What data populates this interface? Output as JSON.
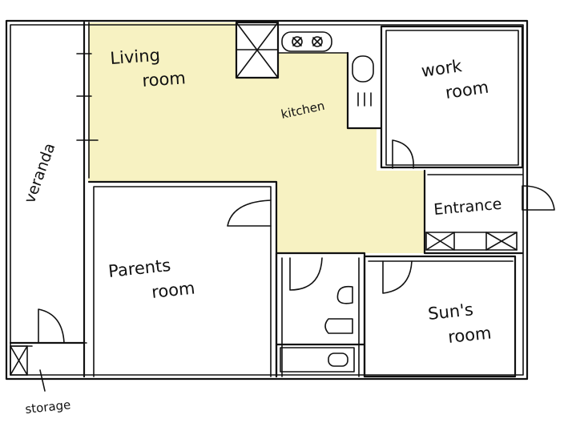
{
  "plan": {
    "highlight_color": "#f7f2c2",
    "line_color": "#111111",
    "rooms": {
      "living": "Living room",
      "living_line1": "Living",
      "living_line2": "room",
      "kitchen": "kitchen",
      "work_line1": "work",
      "work_line2": "room",
      "veranda": "veranda",
      "parents_line1": "Parents",
      "parents_line2": "room",
      "entrance": "Entrance",
      "sun_line1": "Sun's",
      "sun_line2": "room",
      "storage": "storage"
    },
    "fixtures": [
      "stove-icon",
      "sink-icon",
      "toilet-icon",
      "bathtub-icon",
      "cabinet-icon",
      "door-icon"
    ]
  }
}
